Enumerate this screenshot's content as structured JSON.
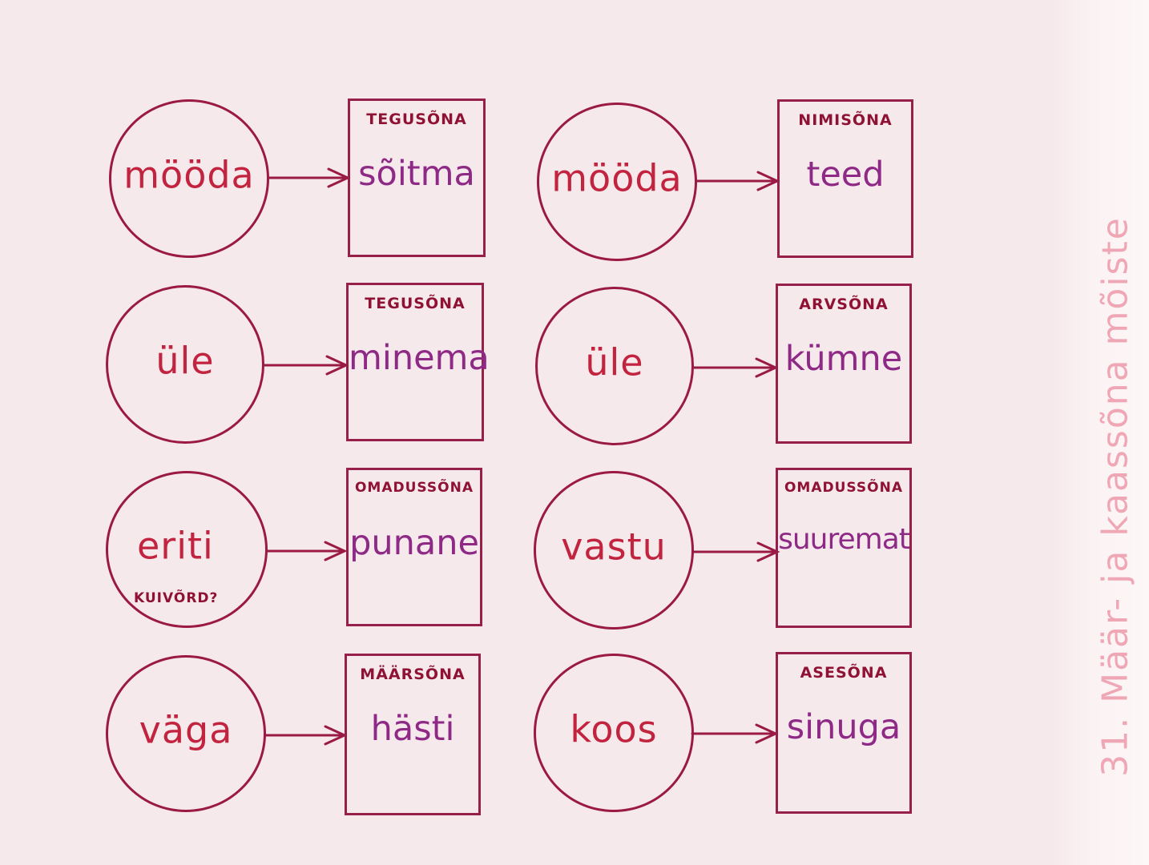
{
  "caption": "31. Määr- ja kaassõna mõiste",
  "rows": [
    {
      "left": {
        "prep": "mööda",
        "pos": "TEGUSÕNA",
        "word": "sõitma"
      },
      "right": {
        "prep": "mööda",
        "pos": "NIMISÕNA",
        "word": "teed"
      }
    },
    {
      "left": {
        "prep": "üle",
        "pos": "TEGUSÕNA",
        "word": "minema"
      },
      "right": {
        "prep": "üle",
        "pos": "ARVSÕNA",
        "word": "kümne"
      }
    },
    {
      "left": {
        "prep": "eriti",
        "note": "KUIVÕRD?",
        "pos": "OMADUSSÕNA",
        "word": "punane"
      },
      "right": {
        "prep": "vastu",
        "pos": "OMADUSSÕNA",
        "word": "suuremat"
      }
    },
    {
      "left": {
        "prep": "väga",
        "pos": "MÄÄRSÕNA",
        "word": "hästi"
      },
      "right": {
        "prep": "koos",
        "pos": "ASESÕNA",
        "word": "sinuga"
      }
    }
  ],
  "colors": {
    "background": "#f6e9ec",
    "outline": "#9a1a45",
    "adverb_text": "#c2243f",
    "word_text": "#8e2a86",
    "caption_text": "#f0a7b5"
  }
}
